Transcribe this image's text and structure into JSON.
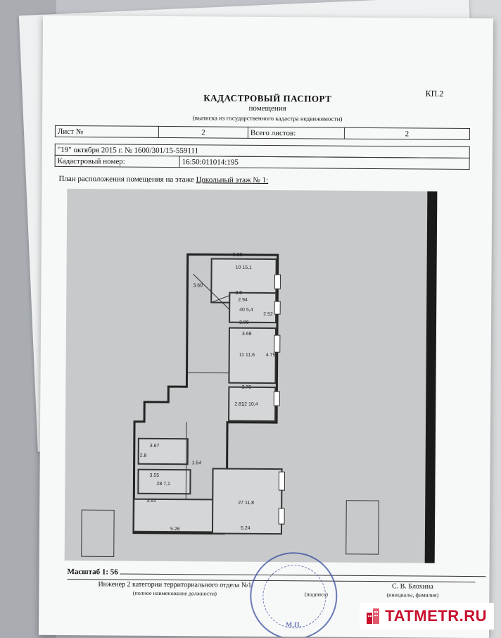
{
  "document": {
    "code": "КП.2",
    "title": "КАДАСТРОВЫЙ ПАСПОРТ",
    "subtitle": "помещения",
    "subnote": "(выписка из государственного кадастра недвижимости)",
    "sheet_label": "Лист №",
    "sheet_number": "2",
    "total_label": "Всего листов:",
    "total_number": "2",
    "date_number": "\"19\" октября 2015 г. № 1600/301/15-559111",
    "cadastral_label": "Кадастровый номер:",
    "cadastral_number": "16:50:011014:195",
    "plan_caption_prefix": "План расположения помещения на этаже",
    "plan_caption_floor": "Цокольный этаж № 1:"
  },
  "plan": {
    "rooms": [
      {
        "label": "10 15,1"
      },
      {
        "label": "40 5,4"
      },
      {
        "label": "11 11,6"
      },
      {
        "label": "12 10,4"
      },
      {
        "label": "28 7,1"
      },
      {
        "label": "27 11,8"
      }
    ],
    "dimensions": [
      "5.28",
      "3.60",
      "3.8",
      "2.94",
      "2.52",
      "3.96",
      "3.68",
      "4.75",
      "3.70",
      "2.81",
      "1.54",
      "5.24",
      "5.26",
      "3.91",
      "3.67",
      "3.55",
      "2.8"
    ]
  },
  "footer": {
    "scale_label": "Масштаб 1:",
    "scale_value": "56",
    "position": "Инженер 2 категории территориального отдела №1",
    "position_caption": "(полное наименование должности)",
    "signature_caption": "(подпись)",
    "name": "С. В. Блохина",
    "name_caption": "(инициалы, фамилия)",
    "stamp_text": "М.П."
  },
  "watermark": {
    "text": "TATMETR.RU",
    "color": "#c8102e"
  }
}
